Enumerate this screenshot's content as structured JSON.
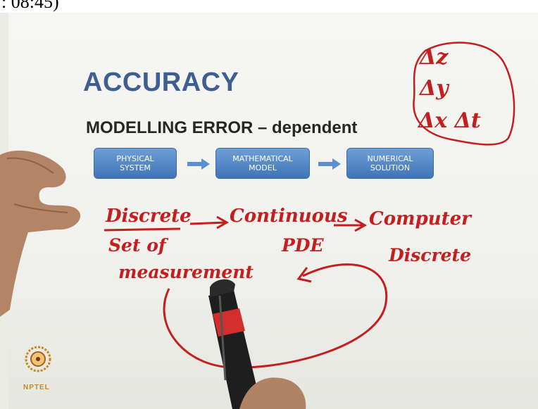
{
  "top_fragment": ": 08:45)",
  "slide": {
    "title": "ACCURACY",
    "subtitle": "MODELLING ERROR – dependent",
    "boxes": [
      "PHYSICAL\nSYSTEM",
      "MATHEMATICAL\nMODEL",
      "NUMERICAL\nSOLUTION"
    ]
  },
  "handwriting": {
    "dz": "Δz",
    "dy": "Δy",
    "dx_dt": "Δx Δt",
    "discrete": "Discrete",
    "continuous": "Continuous",
    "computer": "Computer",
    "set_of": "Set of",
    "measurement": "measurement",
    "pde": "PDE",
    "discrete_2": "Discrete"
  },
  "logo": {
    "text": "NPTEL"
  },
  "colors": {
    "ink": "#c41e1e",
    "title": "#3f5f92",
    "box": "#4a7fc1"
  }
}
